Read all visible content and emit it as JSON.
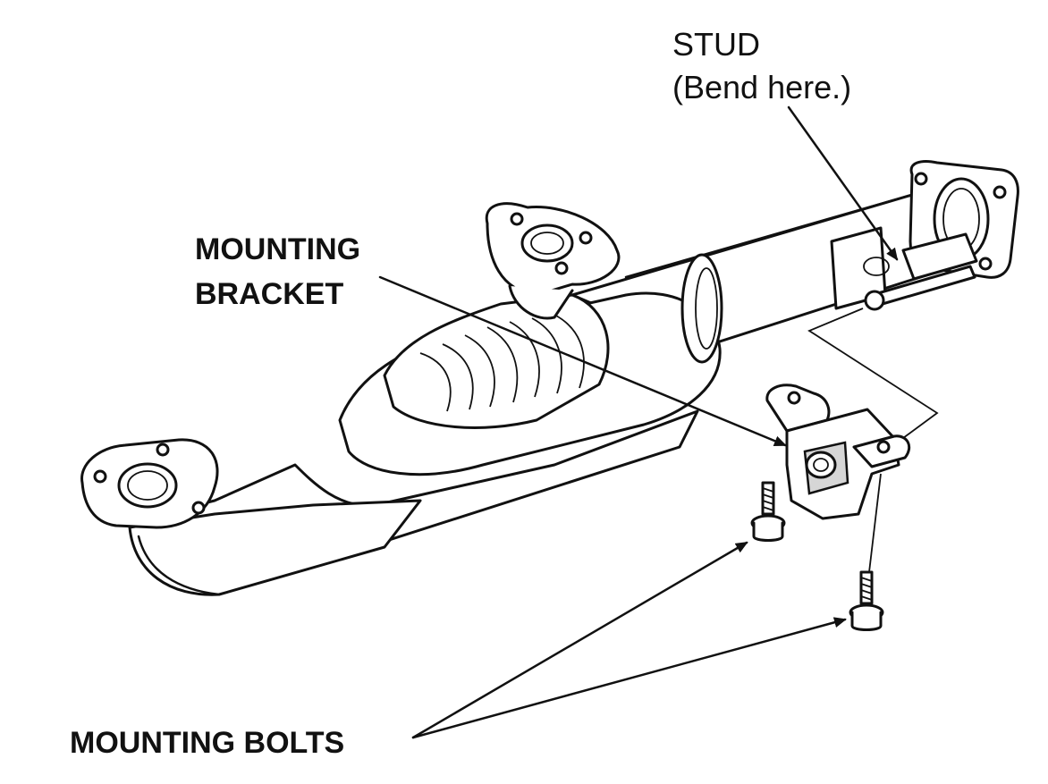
{
  "labels": {
    "stud_title": "STUD",
    "stud_note": "(Bend here.)",
    "bracket_line1": "MOUNTING",
    "bracket_line2": "BRACKET",
    "bolts": "MOUNTING BOLTS"
  }
}
